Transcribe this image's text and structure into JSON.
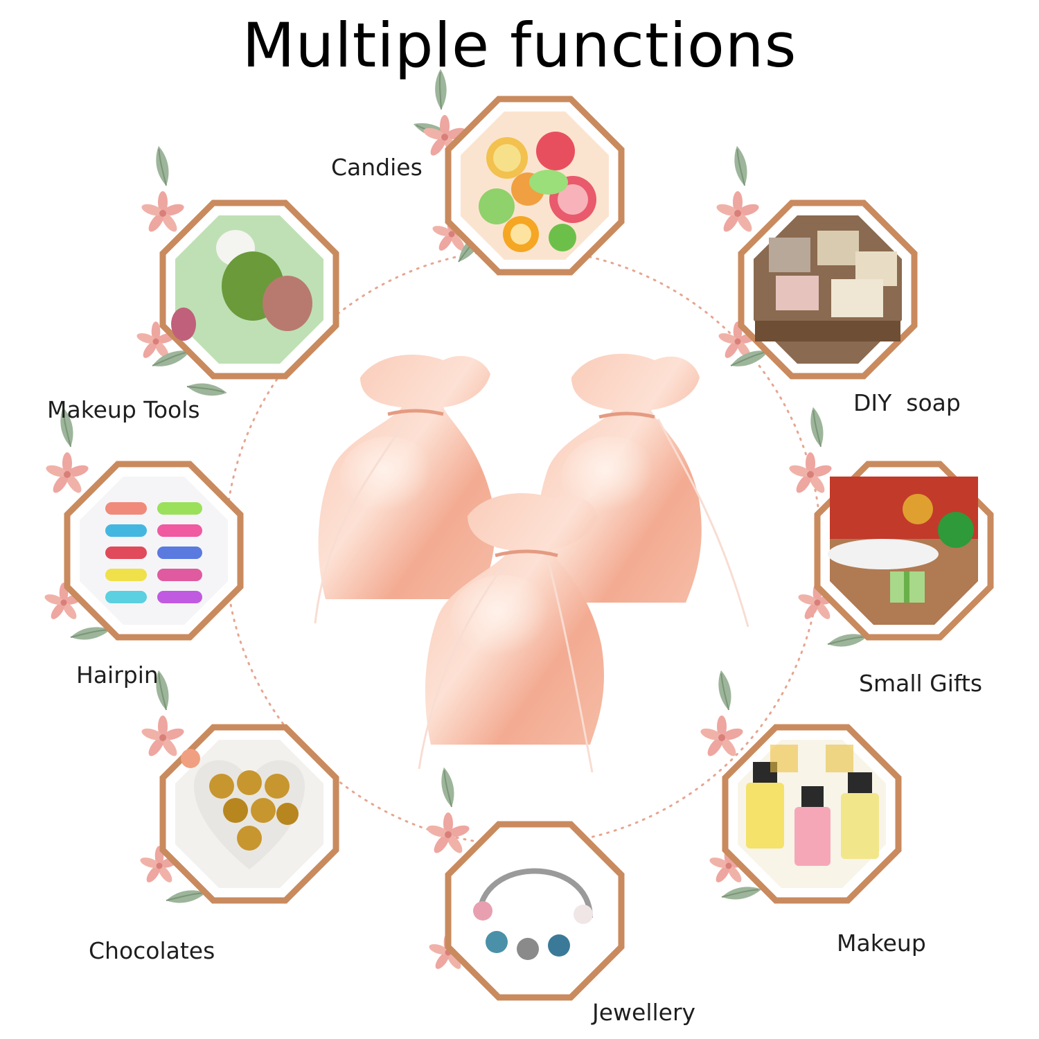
{
  "title": "Multiple functions",
  "labels": {
    "candies": "Candies",
    "makeup_tools": "Makeup Tools",
    "diy_soap": "DIY  soap",
    "hairpin": "Hairpin",
    "small_gifts": "Small Gifts",
    "chocolates": "Chocolates",
    "makeup": "Makeup",
    "jewellery": "Jewellery"
  },
  "colors": {
    "frame_gold": "#c98a5e",
    "ring_dots": "#e6a590",
    "pouch_pink": "#f7b9a2",
    "leaf_green": "#9db59a",
    "flower_pink": "#eea6a0"
  }
}
